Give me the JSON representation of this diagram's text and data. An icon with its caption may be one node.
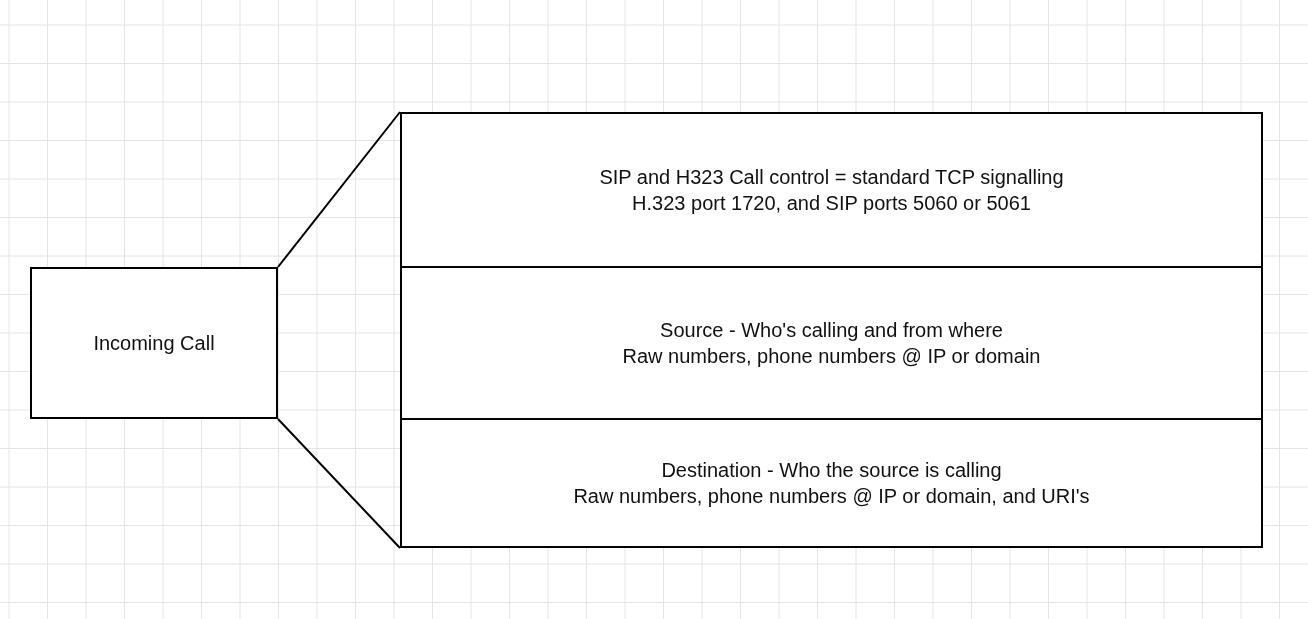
{
  "diagram": {
    "nodes": [
      {
        "text": [
          "Incoming Call"
        ]
      },
      {
        "text": [
          "SIP and H323 Call control = standard TCP signalling",
          "H.323 port 1720, and SIP ports 5060 or 5061"
        ]
      },
      {
        "text": [
          "Source - Who's calling and from where",
          "Raw numbers, phone numbers @ IP or domain"
        ]
      },
      {
        "text": [
          "Destination - Who the source is calling",
          "Raw numbers, phone numbers @ IP or domain, and URI's"
        ]
      }
    ],
    "edges": [
      {
        "from": 0,
        "to": 1,
        "arrow": "none"
      },
      {
        "from": 0,
        "to": 3,
        "arrow": "none"
      }
    ]
  }
}
